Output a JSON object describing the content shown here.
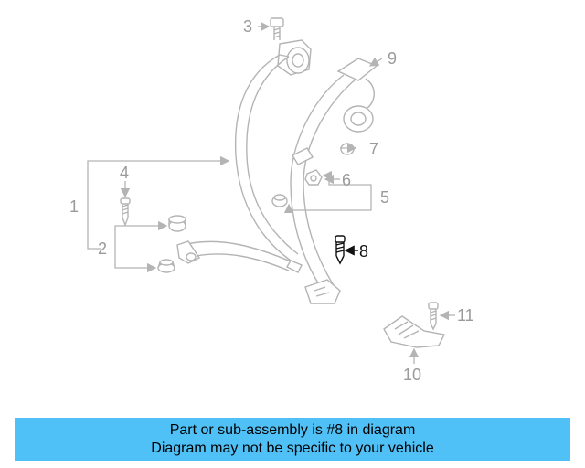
{
  "diagram": {
    "callouts": [
      "1",
      "2",
      "3",
      "4",
      "5",
      "6",
      "7",
      "8",
      "9",
      "10",
      "11"
    ],
    "highlighted_part": "8",
    "colors": {
      "part_line": "#b4b4b4",
      "callout_text": "#9a9a9a",
      "highlight": "#111111",
      "banner": "#4fc1f7"
    }
  },
  "banner": {
    "line1": "Part or sub-assembly is #8 in diagram",
    "line2": "Diagram may not be specific to your vehicle"
  }
}
